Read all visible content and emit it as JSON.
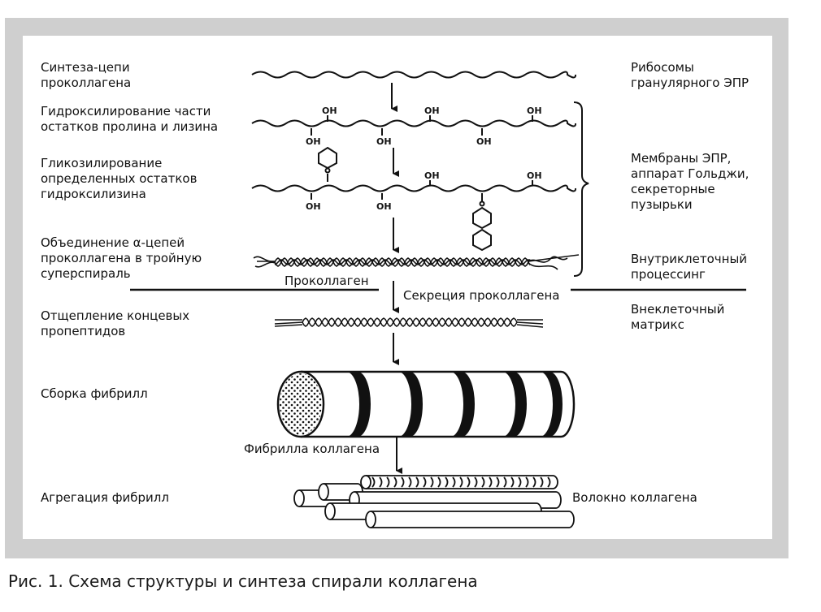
{
  "steps": {
    "s1": "Синтеза-цепи\nпроколлагена",
    "s2": "Гидроксилирование части\nостатков пролина и лизина",
    "s3": "Гликозилирование\nопределенных остатков\nгидроксилизина",
    "s4": "Объединение α-цепей\nпроколлагена в тройную\nсуперспираль",
    "s5": "Отщепление концевых\nпропептидов",
    "s6": "Сборка фибрилл",
    "s7": "Агрегация фибрилл"
  },
  "locations": {
    "l1": "Рибосомы\nгранулярного ЭПР",
    "l2": "Мембраны ЭПР,\nаппарат Гольджи,\nсекреторные\nпузырьки",
    "l3": "Внутриклеточный\nпроцессинг",
    "l4": "Внеклеточный\nматрикс"
  },
  "center_labels": {
    "procollagen": "Проколлаген",
    "secretion": "Секреция проколлагена",
    "fibril": "Фибрилла коллагена",
    "fiber": "Волокно коллагена"
  },
  "groups": {
    "oh": "OH"
  },
  "caption": "Рис. 1. Схема структуры и синтеза спирали коллагена"
}
